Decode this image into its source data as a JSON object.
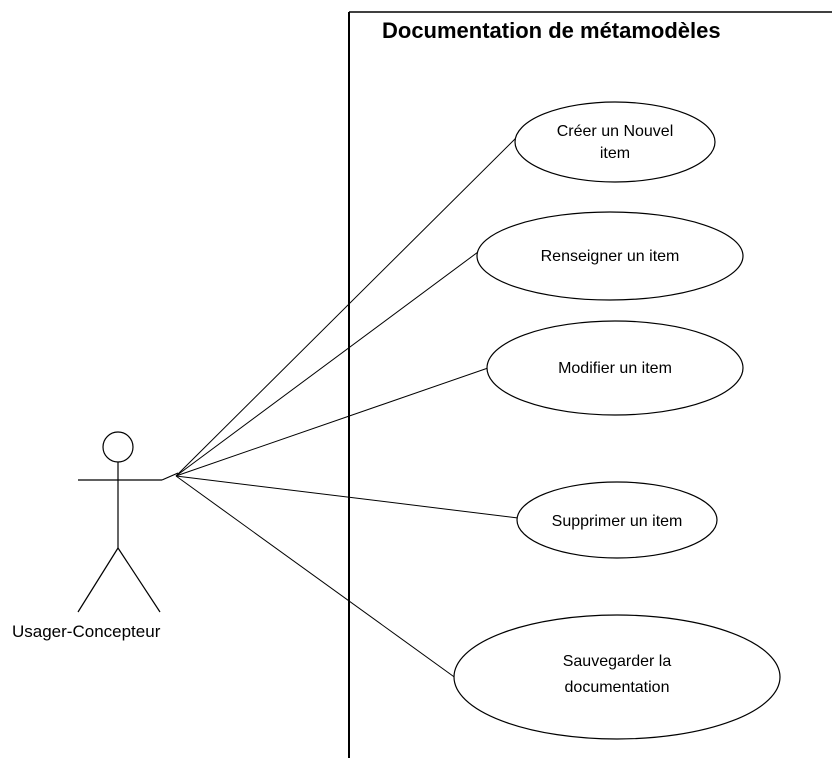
{
  "system": {
    "title": "Documentation de métamodèles"
  },
  "actor": {
    "name": "Usager-Concepteur"
  },
  "use_cases": [
    {
      "lines": [
        "Créer un Nouvel",
        "item"
      ]
    },
    {
      "lines": [
        "Renseigner un item"
      ]
    },
    {
      "lines": [
        "Modifier un item"
      ]
    },
    {
      "lines": [
        "Supprimer un item"
      ]
    },
    {
      "lines": [
        "Sauvegarder la",
        "documentation"
      ]
    }
  ]
}
